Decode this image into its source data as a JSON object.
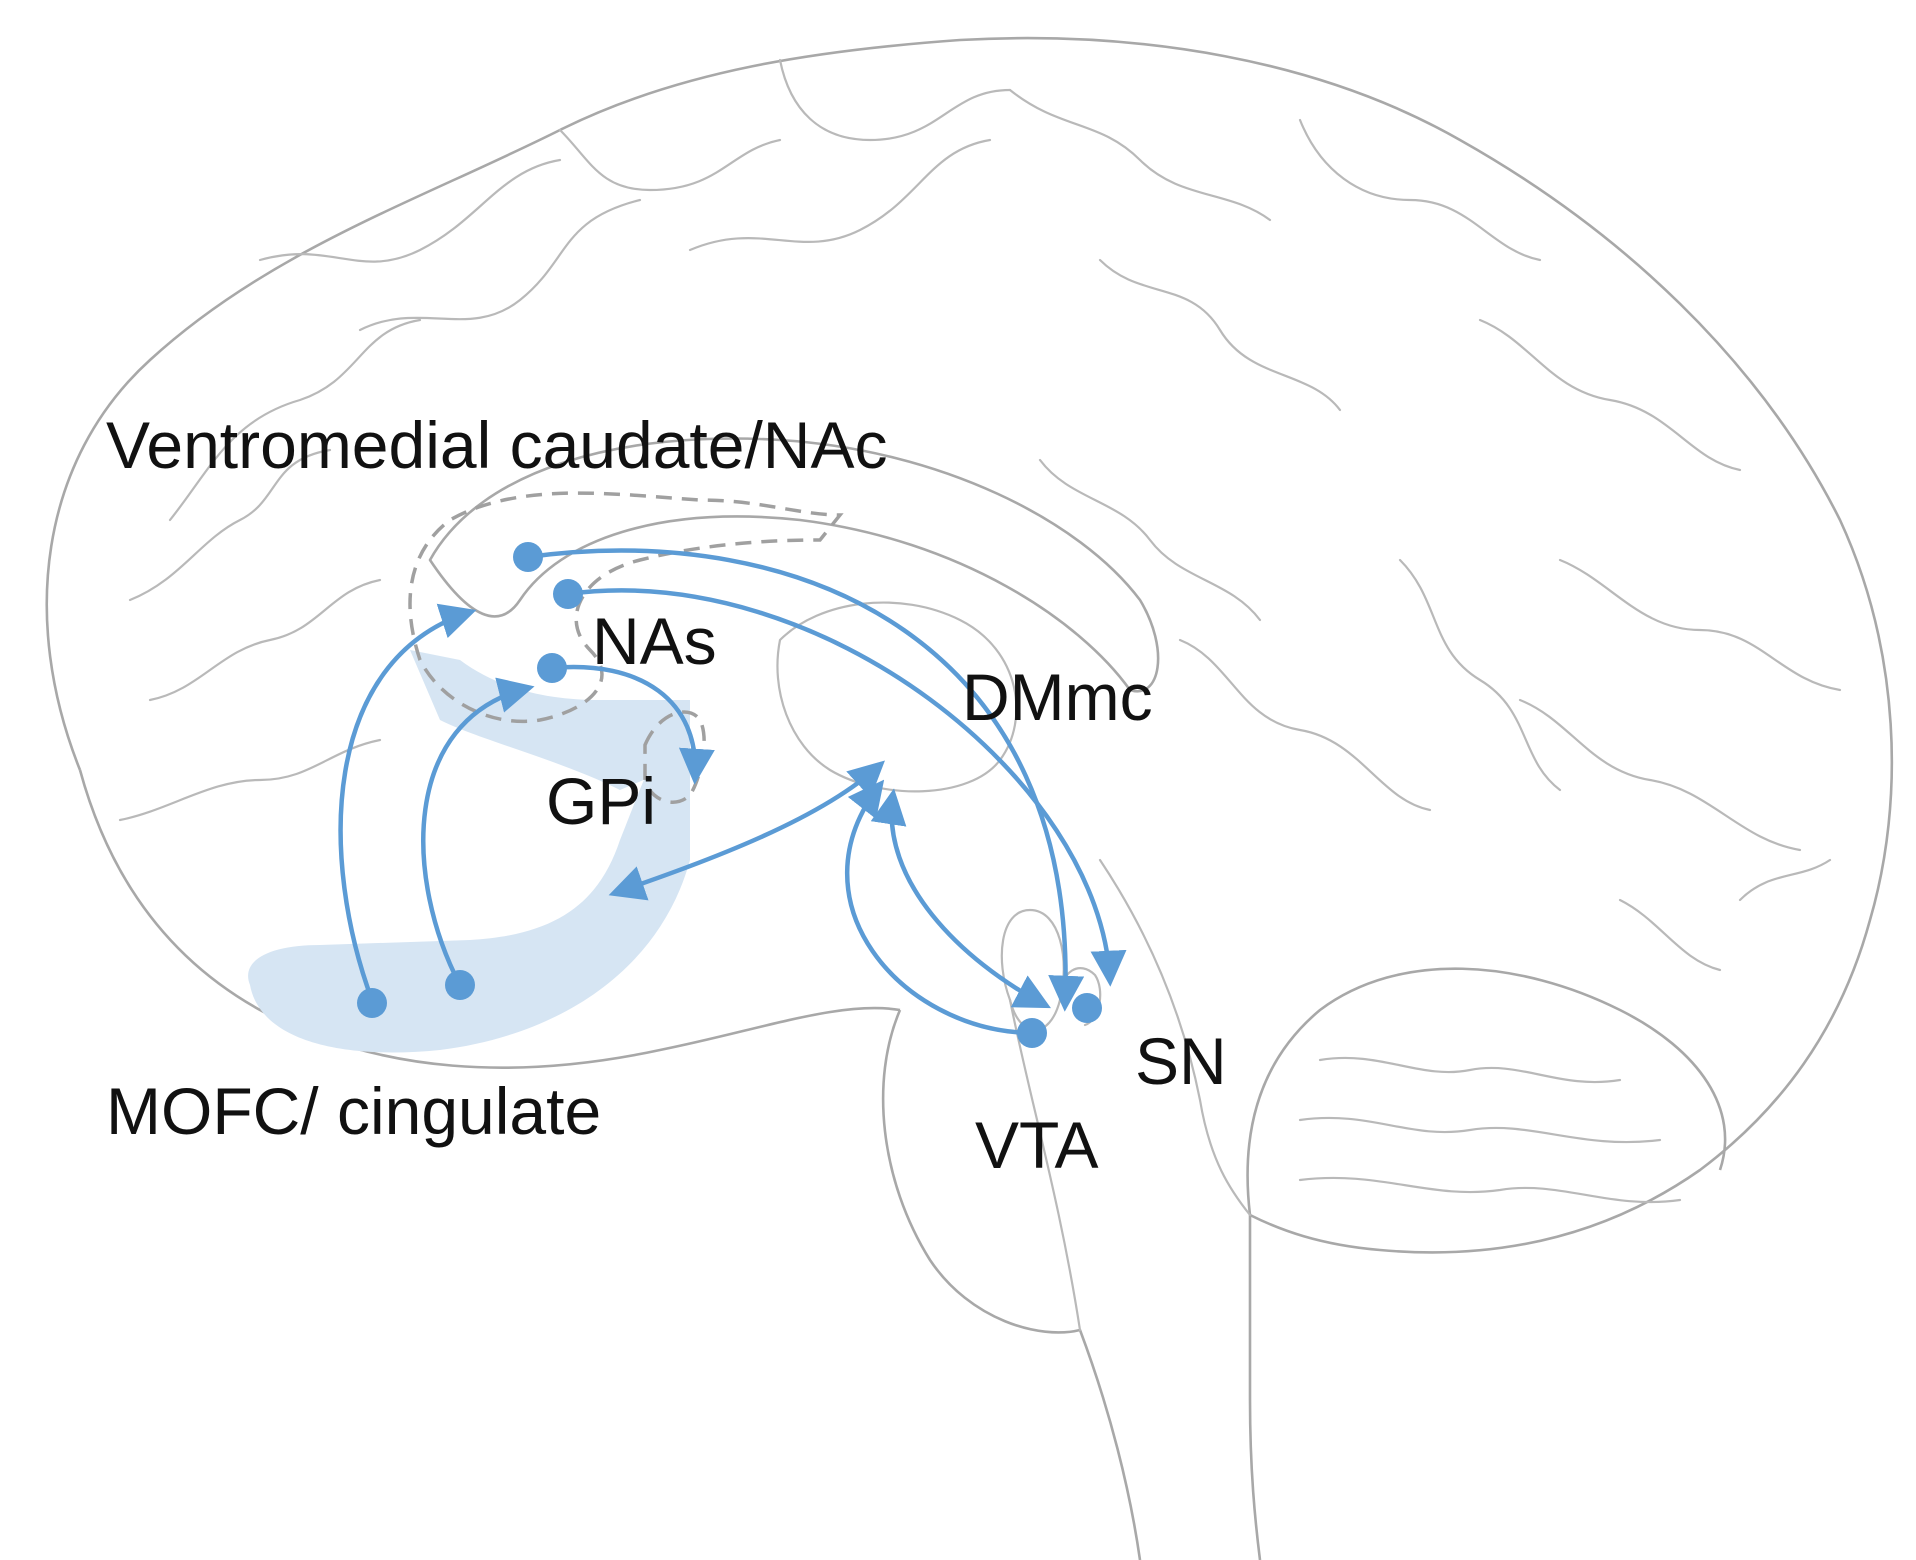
{
  "labels": {
    "ventromedial": "Ventromedial caudate/NAc",
    "nas": "NAs",
    "dmmc": "DMmc",
    "gpi": "GPi",
    "mofc": "MOFC/ cingulate",
    "sn": "SN",
    "vta": "VTA"
  },
  "colors": {
    "arrow": "#5b9bd5",
    "region_fill": "#d6e5f3",
    "brain_line": "#b9b9b9",
    "dashed_outline": "#a0a0a0",
    "text": "#111111"
  },
  "icons": {
    "node": "filled-circle",
    "arrowhead": "triangle"
  }
}
